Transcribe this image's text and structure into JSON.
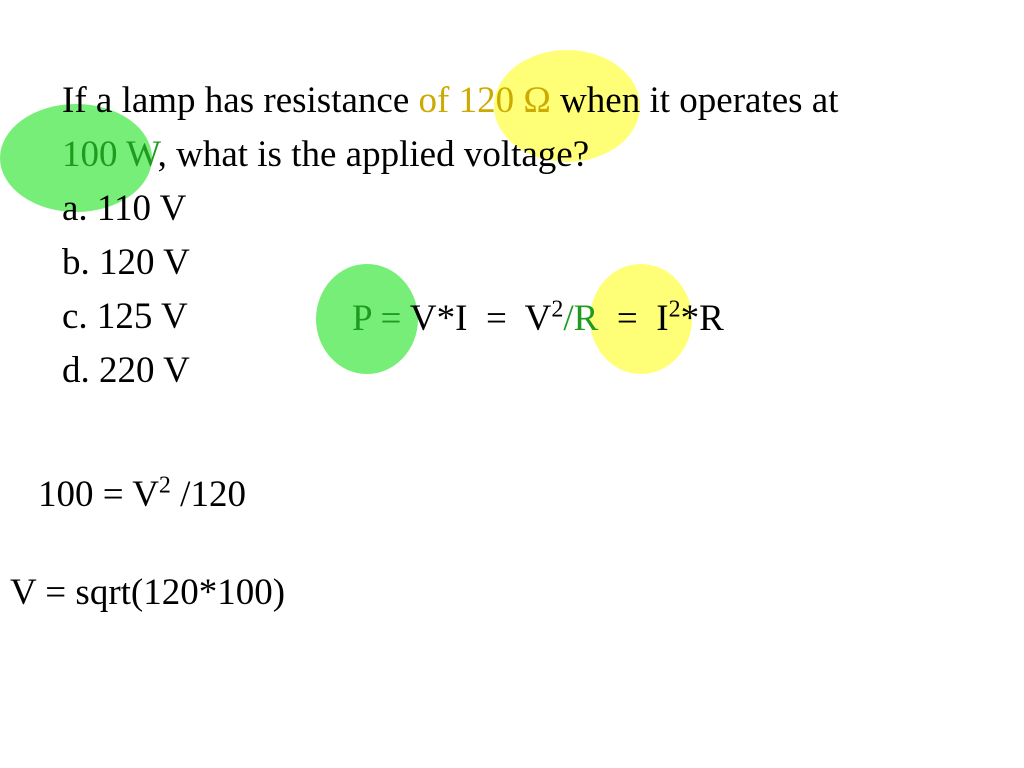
{
  "colors": {
    "highlight_green": "#77ee77",
    "highlight_yellow": "#ffff77",
    "text_gold": "#ccaa00",
    "text_green": "#1f9c1f"
  },
  "question": {
    "line1_pre": "If a lamp has resistance ",
    "line1_hl": "of 120 Ω",
    "line1_post": " when it operates at",
    "line2_hl": "100 W",
    "line2_post": ", what is the applied voltage?"
  },
  "choices": [
    "a. 110 V",
    "b. 120 V",
    "c. 125 V",
    "d. 220 V"
  ],
  "formula": {
    "p": "P",
    "eq1": " = ",
    "vi": "V*I  =  V",
    "sup1": "2",
    "over_r": "/R",
    "eq2": "  =  I",
    "sup2": "2",
    "tail": "*R"
  },
  "step1": {
    "pre": "100 = V",
    "sup": "2",
    "post": " /120"
  },
  "step2": "V = sqrt(120*100)"
}
